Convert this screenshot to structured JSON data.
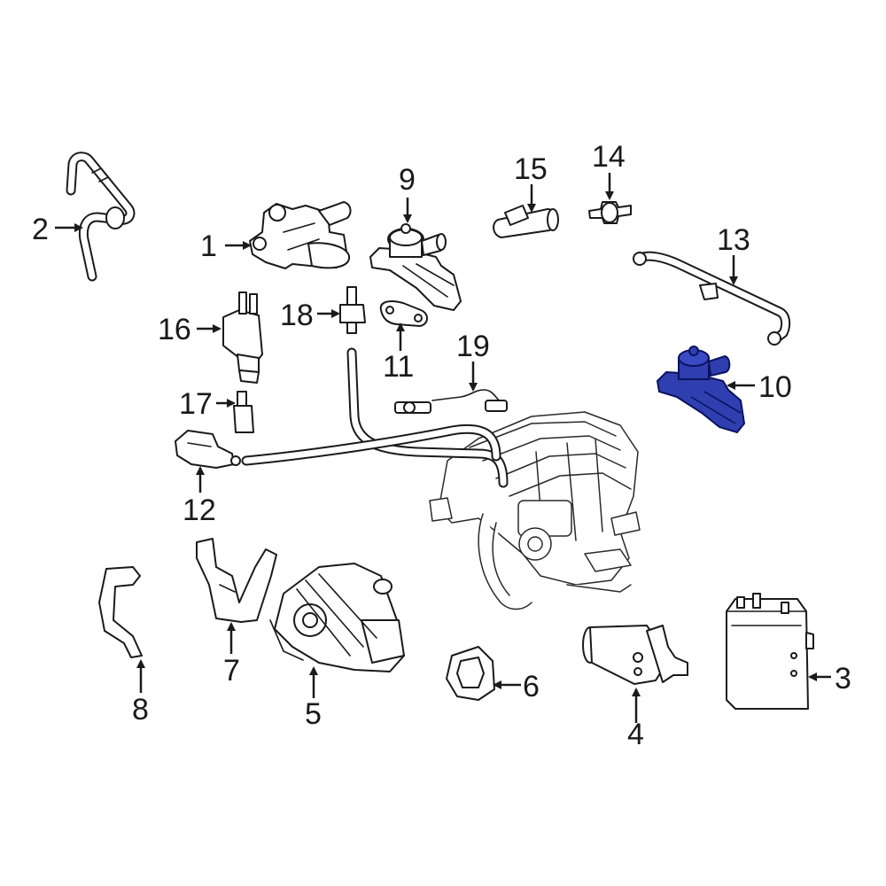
{
  "callouts": {
    "c1": "1",
    "c2": "2",
    "c3": "3",
    "c4": "4",
    "c5": "5",
    "c6": "6",
    "c7": "7",
    "c8": "8",
    "c9": "9",
    "c10": "10",
    "c11": "11",
    "c12": "12",
    "c13": "13",
    "c14": "14",
    "c15": "15",
    "c16": "16",
    "c17": "17",
    "c18": "18",
    "c19": "19"
  },
  "highlighted_part": "10",
  "colors": {
    "line": "#1a1a1a",
    "background": "#ffffff",
    "highlight_fill": "#2f3fb0",
    "highlight_stroke": "#0a1260"
  }
}
